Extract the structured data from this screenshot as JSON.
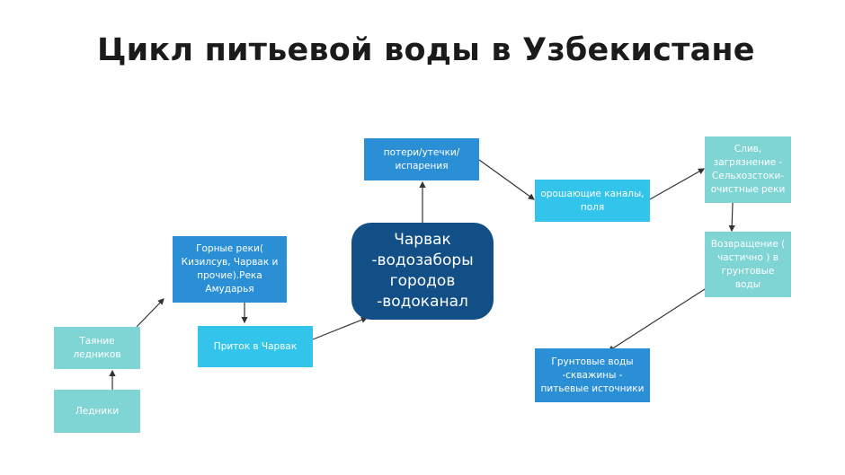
{
  "title": "Цикл питьевой воды в Узбекистане",
  "nodes": {
    "glaciers": "Ледники",
    "melting": "Таяние ледников",
    "mountain_rivers": "Горные реки( Кизилсув, Чарвак и прочие).Река Амударья",
    "inflow": "Приток в Чарвак",
    "charvak": "Чарвак -водозаборы городов -водоканал",
    "losses": "потери/утечки/ испарения",
    "irrigation": "орошающие каналы, поля",
    "drain": "Слив, загрязнение - Сельхозстоки- очистные реки",
    "return": "Возвращение ( частично ) в грунтовые воды",
    "groundwater": "Грунтовые воды -скважины - питьевые источники"
  },
  "colors": {
    "mid": "#2b8fd6",
    "light": "#33c4ec",
    "teal": "#7fd4d4",
    "dark": "#114f86"
  }
}
